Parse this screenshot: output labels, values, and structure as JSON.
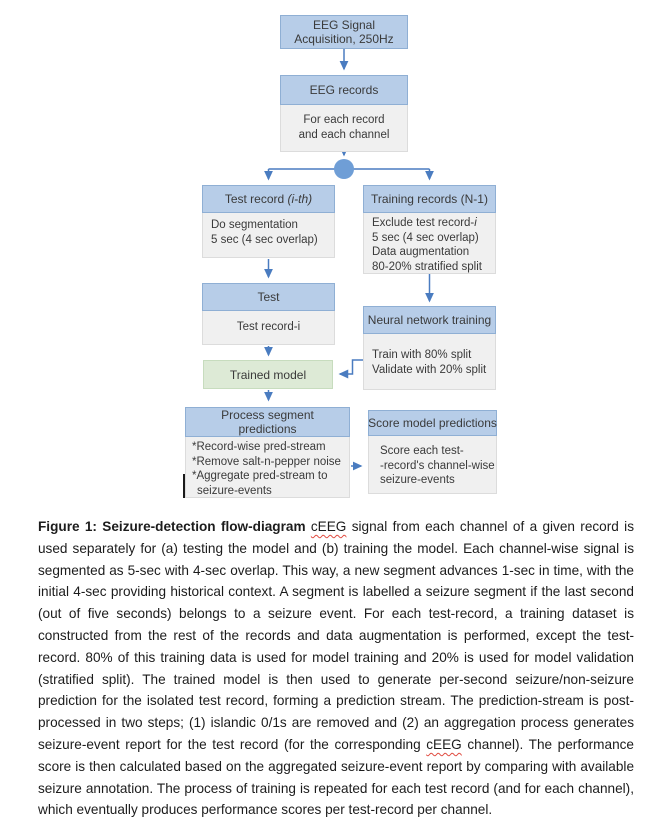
{
  "colors": {
    "node_header_fill": "#b7cde8",
    "node_header_border": "#8fafd4",
    "node_body_fill": "#f0f0f0",
    "trained_model_fill": "#ddead6",
    "trained_model_border": "#c7dcbe",
    "connector_blue": "#4a7cc0",
    "branch_circle_fill": "#6f9ed6",
    "spellcheck_underline": "#e04a3f"
  },
  "diagram": {
    "nodes": {
      "eeg_signal": {
        "header": [
          "EEG Signal",
          "Acquisition, 250Hz"
        ]
      },
      "eeg_records": {
        "header": "EEG records",
        "body": [
          "For each record",
          "and each channel"
        ]
      },
      "test_record": {
        "header_prefix": "Test record ",
        "header_italic": "(i-th)",
        "body": [
          "Do segmentation",
          "5 sec (4 sec overlap)"
        ]
      },
      "training_records": {
        "header": "Training records (N-1)",
        "body_line1_prefix": "Exclude test record-",
        "body_line1_italic": "i",
        "body_rest": [
          "5 sec (4 sec overlap)",
          "Data augmentation",
          "80-20% stratified split"
        ]
      },
      "test": {
        "header": "Test",
        "body": "Test record-i"
      },
      "trained_model": {
        "label": "Trained model"
      },
      "nn_training": {
        "header": "Neural network training",
        "body": [
          "Train with 80% split",
          "Validate with 20% split"
        ]
      },
      "process": {
        "header": [
          "Process segment",
          "predictions"
        ],
        "body": [
          "*Record-wise pred-stream",
          "*Remove salt-n-pepper noise",
          "*Aggregate pred-stream to",
          "seizure-events"
        ]
      },
      "score": {
        "header": "Score model predictions",
        "body": [
          "Score each test-",
          "-record's channel-wise",
          "seizure-events"
        ]
      }
    }
  },
  "caption": {
    "bold_lead": "Figure 1: Seizure-detection flow-diagram ",
    "term1": "cEEG",
    "body_part1": " signal from each channel of a given record is used separately for (a) testing the model and (b) training the model. Each channel-wise signal is segmented as 5-sec with 4-sec overlap. This way, a new segment advances 1-sec in time, with the initial 4-sec providing historical context. A segment is labelled a seizure segment if the last second (out of five seconds) belongs to a seizure event. For each test-record, a training dataset is constructed from the rest of the records and data augmentation is performed, except the test-record. 80% of this training data is used for model training and 20% is used for model validation (stratified split). The trained model is then used to generate per-second seizure/non-seizure prediction for the isolated test record, forming a prediction stream. The prediction-stream is post-processed in two steps; (1) islandic 0/1s are removed and (2) an aggregation process generates seizure-event report for the test record (for the corresponding ",
    "term2": "cEEG",
    "body_part2": " channel). The performance score is then calculated based on the aggregated seizure-event report by comparing with available seizure annotation. The process of training is repeated for each test record (and for each channel), which eventually produces performance scores per test-record per channel."
  }
}
